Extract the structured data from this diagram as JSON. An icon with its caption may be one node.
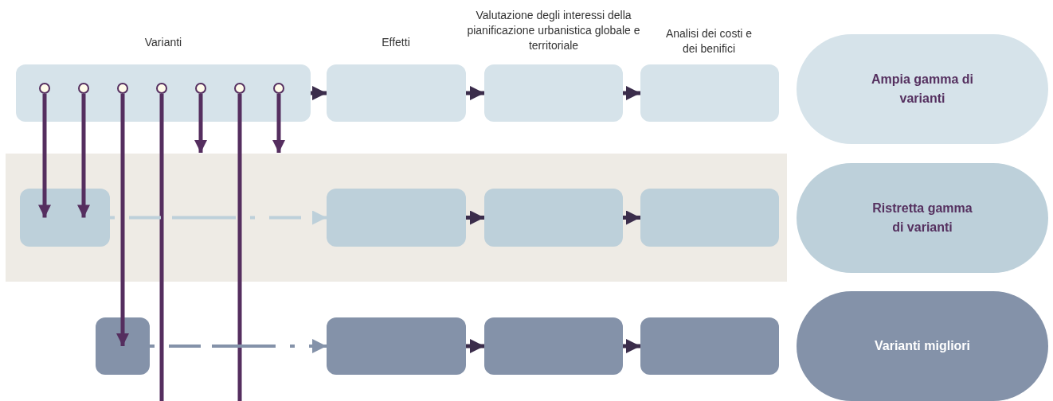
{
  "diagram": {
    "nodes": [
      {
        "text": [],
        "shape": "box"
      },
      {
        "text": [],
        "shape": "box"
      },
      {
        "text": [],
        "shape": "box"
      },
      {
        "text": [],
        "shape": "box"
      },
      {
        "text": [
          "Ampia gamma di varianti"
        ]
      },
      {
        "text": [],
        "shape": "circle",
        "in": 0
      },
      {
        "text": [],
        "shape": "circle",
        "in": 0
      },
      {
        "text": [],
        "shape": "circle",
        "in": 0
      },
      {
        "text": [],
        "shape": "circle",
        "in": 0
      },
      {
        "text": [],
        "shape": "circle",
        "in": 0
      },
      {
        "text": [],
        "shape": "circle",
        "in": 0
      },
      {
        "text": [],
        "shape": "circle",
        "in": 0
      },
      {
        "text": [],
        "shape": "box"
      },
      {
        "text": [],
        "shape": "box"
      },
      {
        "text": [],
        "shape": "box"
      },
      {
        "text": [],
        "shape": "box"
      },
      {
        "text": [
          "Ristretta gamma di varianti"
        ]
      },
      {
        "text": [],
        "shape": "box"
      },
      {
        "text": [],
        "shape": "box"
      },
      {
        "text": [],
        "shape": "box"
      },
      {
        "text": [],
        "shape": "box"
      },
      {
        "text": [
          "Varianti migliori"
        ]
      }
    ],
    "edges": [
      {
        "from": 0,
        "to": 1,
        "arrow": "to",
        "color": "#3b2d4b"
      },
      {
        "from": 1,
        "to": 2,
        "arrow": "to",
        "color": "#3b2d4b"
      },
      {
        "from": 2,
        "to": 3,
        "arrow": "to",
        "color": "#3b2d4b"
      },
      {
        "from": 5,
        "to": 12,
        "arrow": "to"
      },
      {
        "from": 6,
        "to": 12,
        "arrow": "to"
      },
      {
        "from": 7,
        "to": 17,
        "arrow": "to"
      },
      {
        "from": 8,
        "to": null,
        "arrow": "none"
      },
      {
        "from": 9,
        "to": null,
        "arrow": "to"
      },
      {
        "from": 10,
        "to": null,
        "arrow": "none"
      },
      {
        "from": 11,
        "to": null,
        "arrow": "to"
      },
      {
        "from": 12,
        "to": 13,
        "arrow": "to",
        "style": "dashed",
        "color": "#bdd0da"
      },
      {
        "from": 13,
        "to": 14,
        "arrow": "to",
        "color": "#3b2d4b"
      },
      {
        "from": 14,
        "to": 15,
        "arrow": "to",
        "color": "#3b2d4b"
      },
      {
        "from": 17,
        "to": 18,
        "arrow": "to",
        "style": "dashed",
        "color": "#8492a9"
      },
      {
        "from": 18,
        "to": 19,
        "arrow": "to",
        "color": "#3b2d4b"
      },
      {
        "from": 19,
        "to": 20,
        "arrow": "to",
        "color": "#3b2d4b"
      }
    ],
    "labels": [
      "Varianti",
      "Effetti",
      "Valutazione degli interessi della pianificazione urbanistica globale e territoriale",
      "Analisi dei costi e dei benifici"
    ]
  }
}
